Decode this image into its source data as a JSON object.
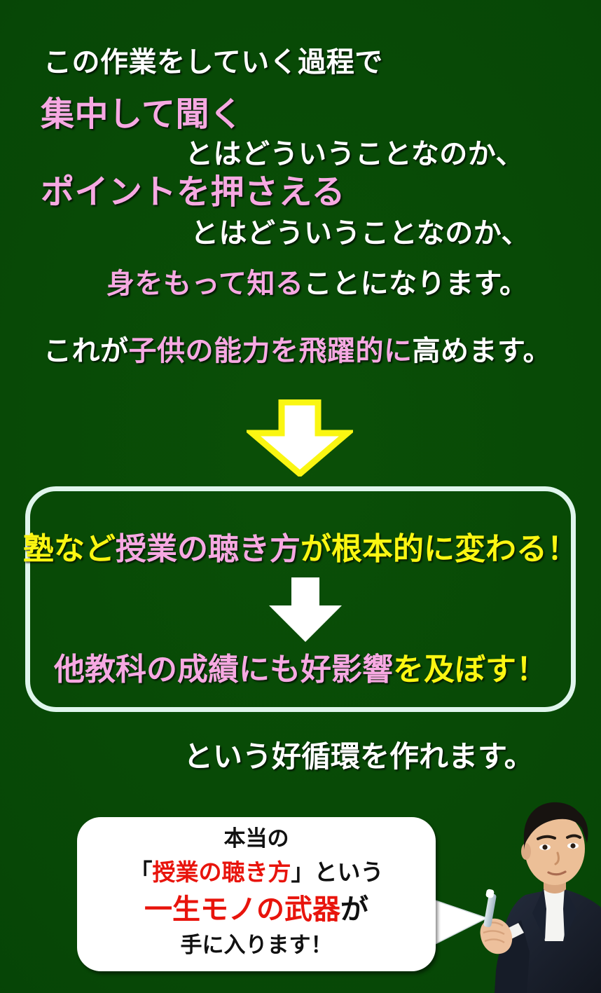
{
  "background": {
    "color": "#054706"
  },
  "palette": {
    "white": "#ffffff",
    "pink": "#f6a9e2",
    "yellow": "#faf612",
    "red": "#e8140c",
    "box_border": "#dff5ec",
    "bubble_bg": "#ffffff",
    "text_dark": "#111111"
  },
  "intro": {
    "lead": "この作業をしていく過程で",
    "emphasis_1": "集中して聞く",
    "tail_1": "とはどういうことなのか、",
    "emphasis_2": "ポイントを押さえる",
    "tail_2": "とはどういうことなのか、",
    "body_pink": "身をもって知る",
    "body_white": "ことになります。"
  },
  "climax": {
    "prefix": "これが",
    "highlight": "子供の能力を飛躍的に",
    "suffix": "高めます。"
  },
  "arrows": {
    "top_arrow": {
      "icon": "down-arrow-icon",
      "fill": "#ffffff",
      "stroke": "#faf612"
    },
    "inner_arrow": {
      "icon": "down-arrow-icon",
      "fill": "#ffffff",
      "stroke": "none"
    }
  },
  "result_box": {
    "line1": {
      "seg_a": "塾など",
      "seg_a_color": "yellow",
      "seg_b": "授業の聴き方",
      "seg_b_color": "pink",
      "seg_c": "が根本的に変わる！",
      "seg_c_color": "yellow"
    },
    "line2": {
      "seg_a": "他教科の成績にも好影響",
      "seg_a_color": "pink",
      "seg_b": "を及ぼす！",
      "seg_b_color": "yellow"
    }
  },
  "closing": "という好循環を作れます。",
  "speech_bubble": {
    "line1": "本当の",
    "line2_open": "「",
    "line2_red": "授業の聴き方",
    "line2_close": "」という",
    "line3_red": "一生モノの武器",
    "line3_tail": "が",
    "line4": "手に入ります！"
  },
  "person": {
    "alt": "man-in-suit-holding-pen-photo",
    "suit_color": "#1d2433",
    "shirt_color": "#f2f2f2",
    "skin_color": "#e8bb95",
    "hair_color": "#171310"
  }
}
